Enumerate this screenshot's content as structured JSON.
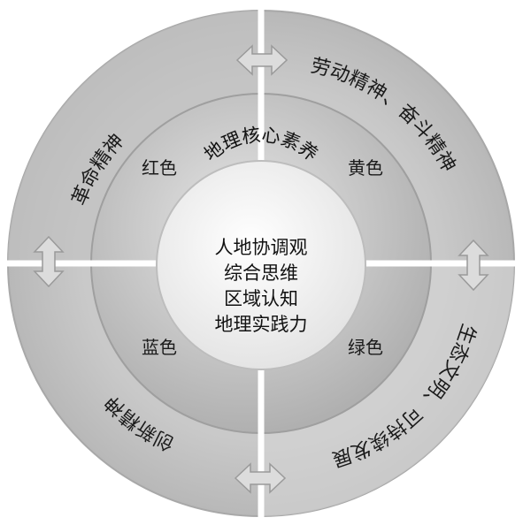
{
  "outer_ring": {
    "top_left": "革命精神",
    "top_right": "劳动精神、奋斗精神",
    "bottom_right": "生态文明、可持续发展",
    "bottom_left": "创新精神"
  },
  "middle_ring": {
    "top_left": "红色",
    "top_right": "黄色",
    "bottom_left": "蓝色",
    "bottom_right": "绿色"
  },
  "core": {
    "title": "地理核心素养",
    "lines": [
      "人地协调观",
      "综合思维",
      "区域认知",
      "地理实践力"
    ]
  },
  "colors": {
    "outer_fill": "#cfcfcf",
    "middle_fill": "#bdbdbd",
    "core_fill": "#f4f4f4",
    "divider": "#ffffff",
    "arrow_fill": "#d8d8d8"
  },
  "arrows": [
    "double-arrow-top",
    "double-arrow-left",
    "double-arrow-right",
    "double-arrow-bottom"
  ]
}
